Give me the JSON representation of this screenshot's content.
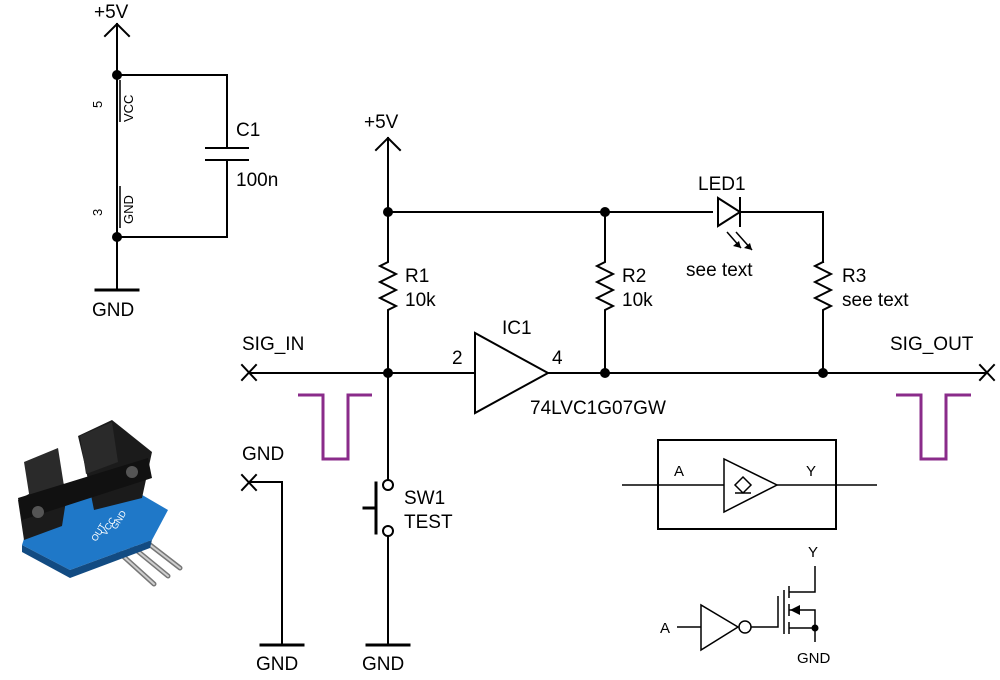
{
  "power": {
    "vcc_top": "+5V",
    "vcc_main": "+5V",
    "pin5": "5",
    "pin5_name": "VCC",
    "pin3": "3",
    "pin3_name": "GND",
    "gnd": "GND"
  },
  "c1": {
    "ref": "C1",
    "value": "100n"
  },
  "r1": {
    "ref": "R1",
    "value": "10k"
  },
  "r2": {
    "ref": "R2",
    "value": "10k"
  },
  "r3": {
    "ref": "R3",
    "value": "see text"
  },
  "led1": {
    "ref": "LED1",
    "value": "see text"
  },
  "ic1": {
    "ref": "IC1",
    "part": "74LVC1G07GW",
    "pin_in": "2",
    "pin_out": "4"
  },
  "sw1": {
    "ref": "SW1",
    "value": "TEST"
  },
  "nets": {
    "sig_in": "SIG_IN",
    "sig_out": "SIG_OUT",
    "gnd_port": "GND",
    "gnd_port_bottom": "GND",
    "gnd_sw": "GND"
  },
  "logic_symbol": {
    "a": "A",
    "y": "Y"
  },
  "internal": {
    "a": "A",
    "y": "Y",
    "gnd": "GND"
  },
  "sensor_module": {
    "pin_vcc": "VCC",
    "pin_gnd": "GND",
    "pin_out": "OUT"
  },
  "colors": {
    "wire": "#000000",
    "pulse": "#8a2b8a",
    "pcb": "#1f78c8",
    "sensor_body": "#1b1b1b"
  }
}
